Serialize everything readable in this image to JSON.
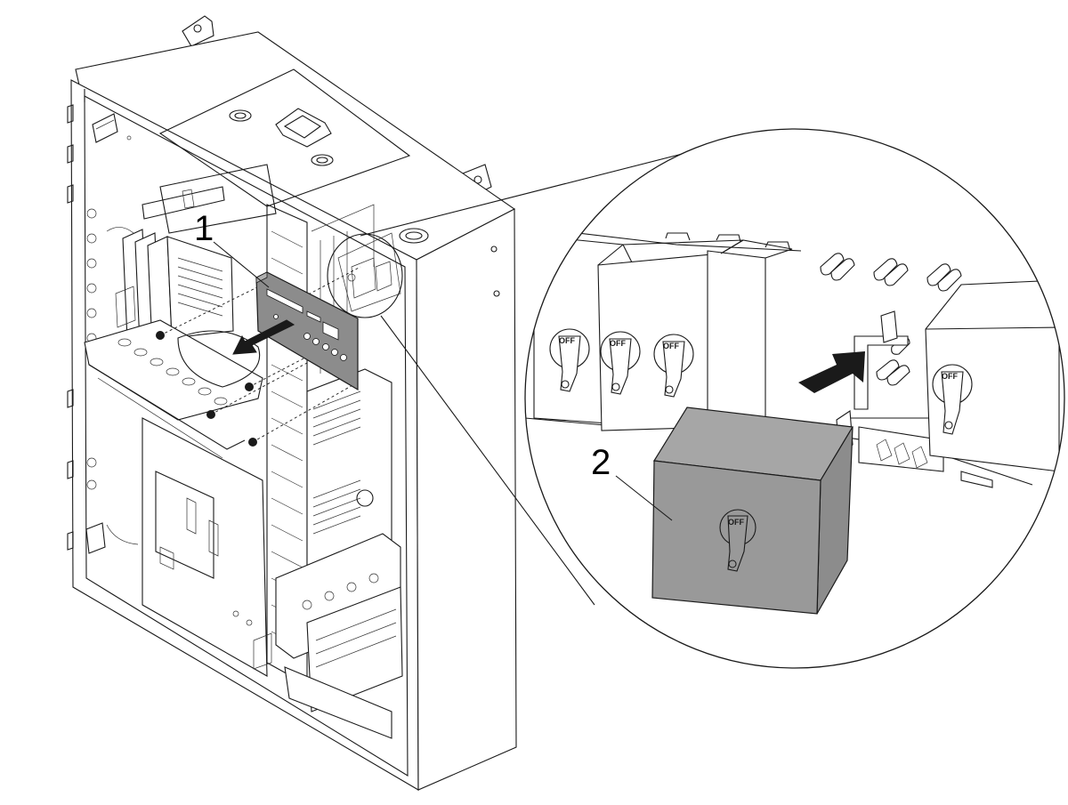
{
  "figure": {
    "callouts": [
      {
        "id": "1",
        "label": "1"
      },
      {
        "id": "2",
        "label": "2"
      }
    ],
    "switch_label": "OFF",
    "colors": {
      "part_gray": "#8c8c8c",
      "cover_gray": "#999999",
      "line": "#1a1a1a",
      "background": "#ffffff"
    }
  }
}
